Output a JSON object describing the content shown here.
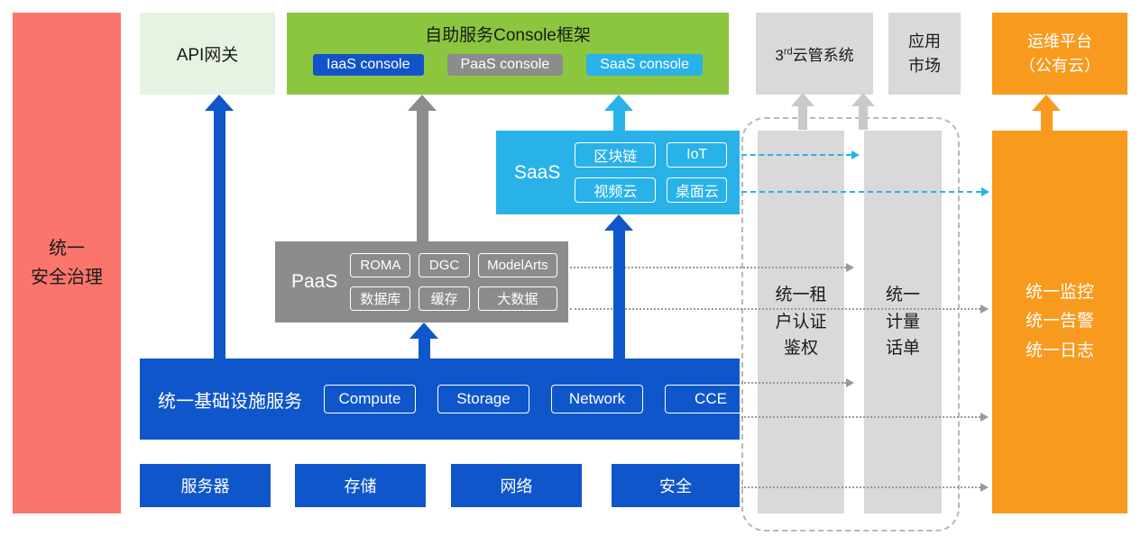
{
  "colors": {
    "blue": "#0f56cb",
    "gray": "#8c8c8c",
    "cyan": "#29b2e8",
    "orange": "#f89a1e",
    "green": "#8cc63f",
    "light_green": "#e7f3e2",
    "light_gray": "#d9d9d9",
    "salmon": "#fa766c"
  },
  "security_bar": {
    "label": "统一\n安全治理"
  },
  "api_gateway": {
    "label": "API网关"
  },
  "console_frame": {
    "title": "自助服务Console框架",
    "chips": [
      "IaaS console",
      "PaaS console",
      "SaaS console"
    ]
  },
  "third_cloud": {
    "prefix": "3",
    "sup": "rd",
    "suffix": "云管系统"
  },
  "app_market": {
    "label": "应用\n市场"
  },
  "om_platform": {
    "label": "运维平台\n（公有云）"
  },
  "saas_box": {
    "label": "SaaS",
    "items": [
      "区块链",
      "IoT",
      "视频云",
      "桌面云"
    ]
  },
  "paas_box": {
    "label": "PaaS",
    "items": [
      "ROMA",
      "DGC",
      "ModelArts",
      "数据库",
      "缓存",
      "大数据"
    ]
  },
  "iaas_box": {
    "label": "统一基础设施服务",
    "items": [
      "Compute",
      "Storage",
      "Network",
      "CCE"
    ]
  },
  "hardware_row": {
    "items": [
      "服务器",
      "存储",
      "网络",
      "安全"
    ]
  },
  "auth_bar": {
    "label": "统一租\n户认证\n鉴权"
  },
  "metering_bar": {
    "label": "统一\n计量\n话单"
  },
  "monitor_bar": {
    "label": "统一监控\n统一告警\n统一日志"
  }
}
